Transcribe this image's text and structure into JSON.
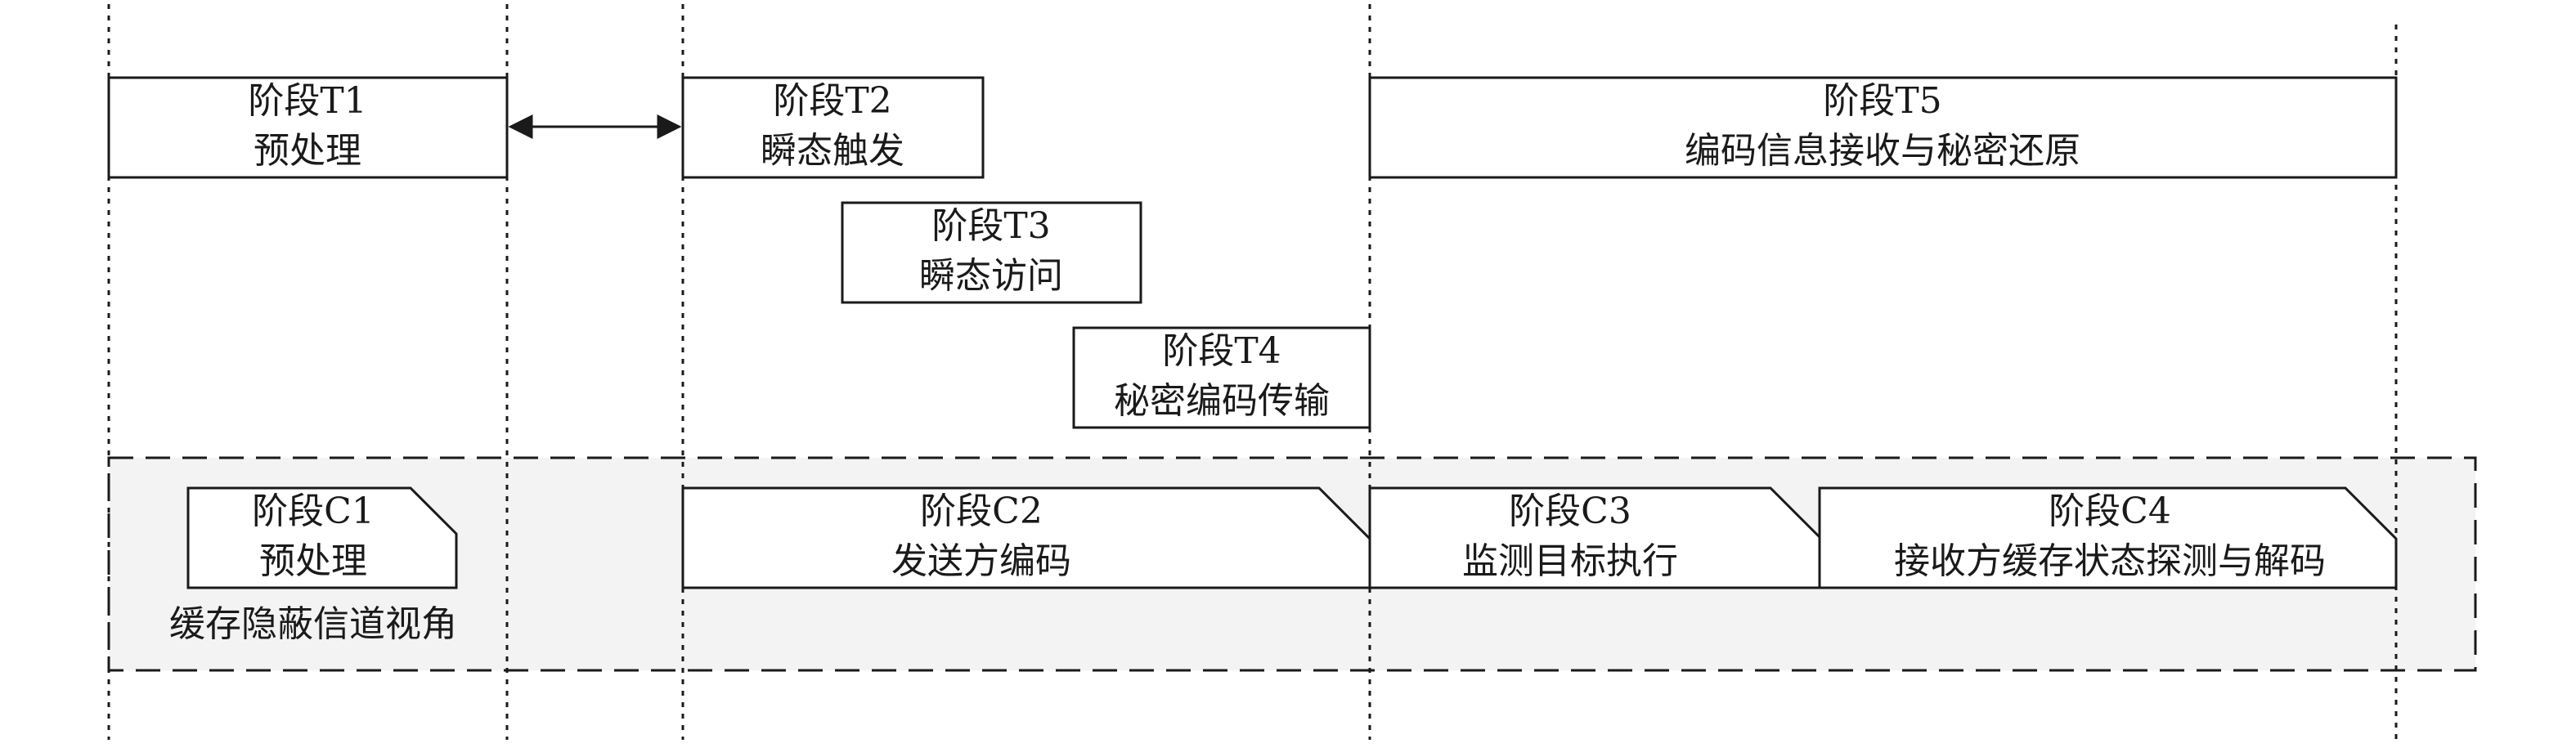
{
  "transient_stages": {
    "t1": {
      "title": "阶段T1",
      "desc": "预处理"
    },
    "t2": {
      "title": "阶段T2",
      "desc": "瞬态触发"
    },
    "t3": {
      "title": "阶段T3",
      "desc": "瞬态访问"
    },
    "t4": {
      "title": "阶段T4",
      "desc": "秘密编码传输"
    },
    "t5": {
      "title": "阶段T5",
      "desc": "编码信息接收与秘密还原"
    }
  },
  "cache_channel": {
    "label": "缓存隐蔽信道视角",
    "c1": {
      "title": "阶段C1",
      "desc": "预处理"
    },
    "c2": {
      "title": "阶段C2",
      "desc": "发送方编码"
    },
    "c3": {
      "title": "阶段C3",
      "desc": "监测目标执行"
    },
    "c4": {
      "title": "阶段C4",
      "desc": "接收方缓存状态探测与解码"
    }
  },
  "colors": {
    "line": "#1a1a1a",
    "region_fill": "#f3f3f3"
  }
}
